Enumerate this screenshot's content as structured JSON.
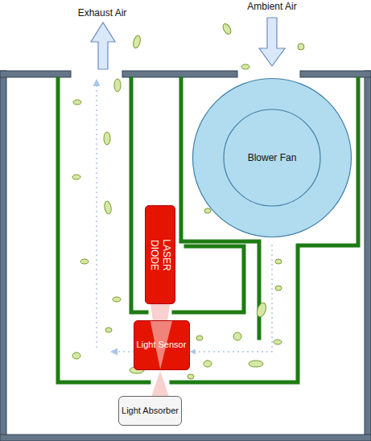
{
  "diagram": {
    "nodes": [
      {
        "text": [
          "Blower Fan"
        ]
      },
      {
        "text": [
          "LASER DIODE"
        ]
      },
      {
        "text": [
          "Light Sensor"
        ]
      },
      {
        "text": [
          "Light Absorber"
        ]
      }
    ],
    "edges": [
      {
        "from": 0,
        "to": 2,
        "arrow": "to"
      }
    ],
    "labels": [
      "Exhaust Air",
      "Ambient Air"
    ]
  }
}
